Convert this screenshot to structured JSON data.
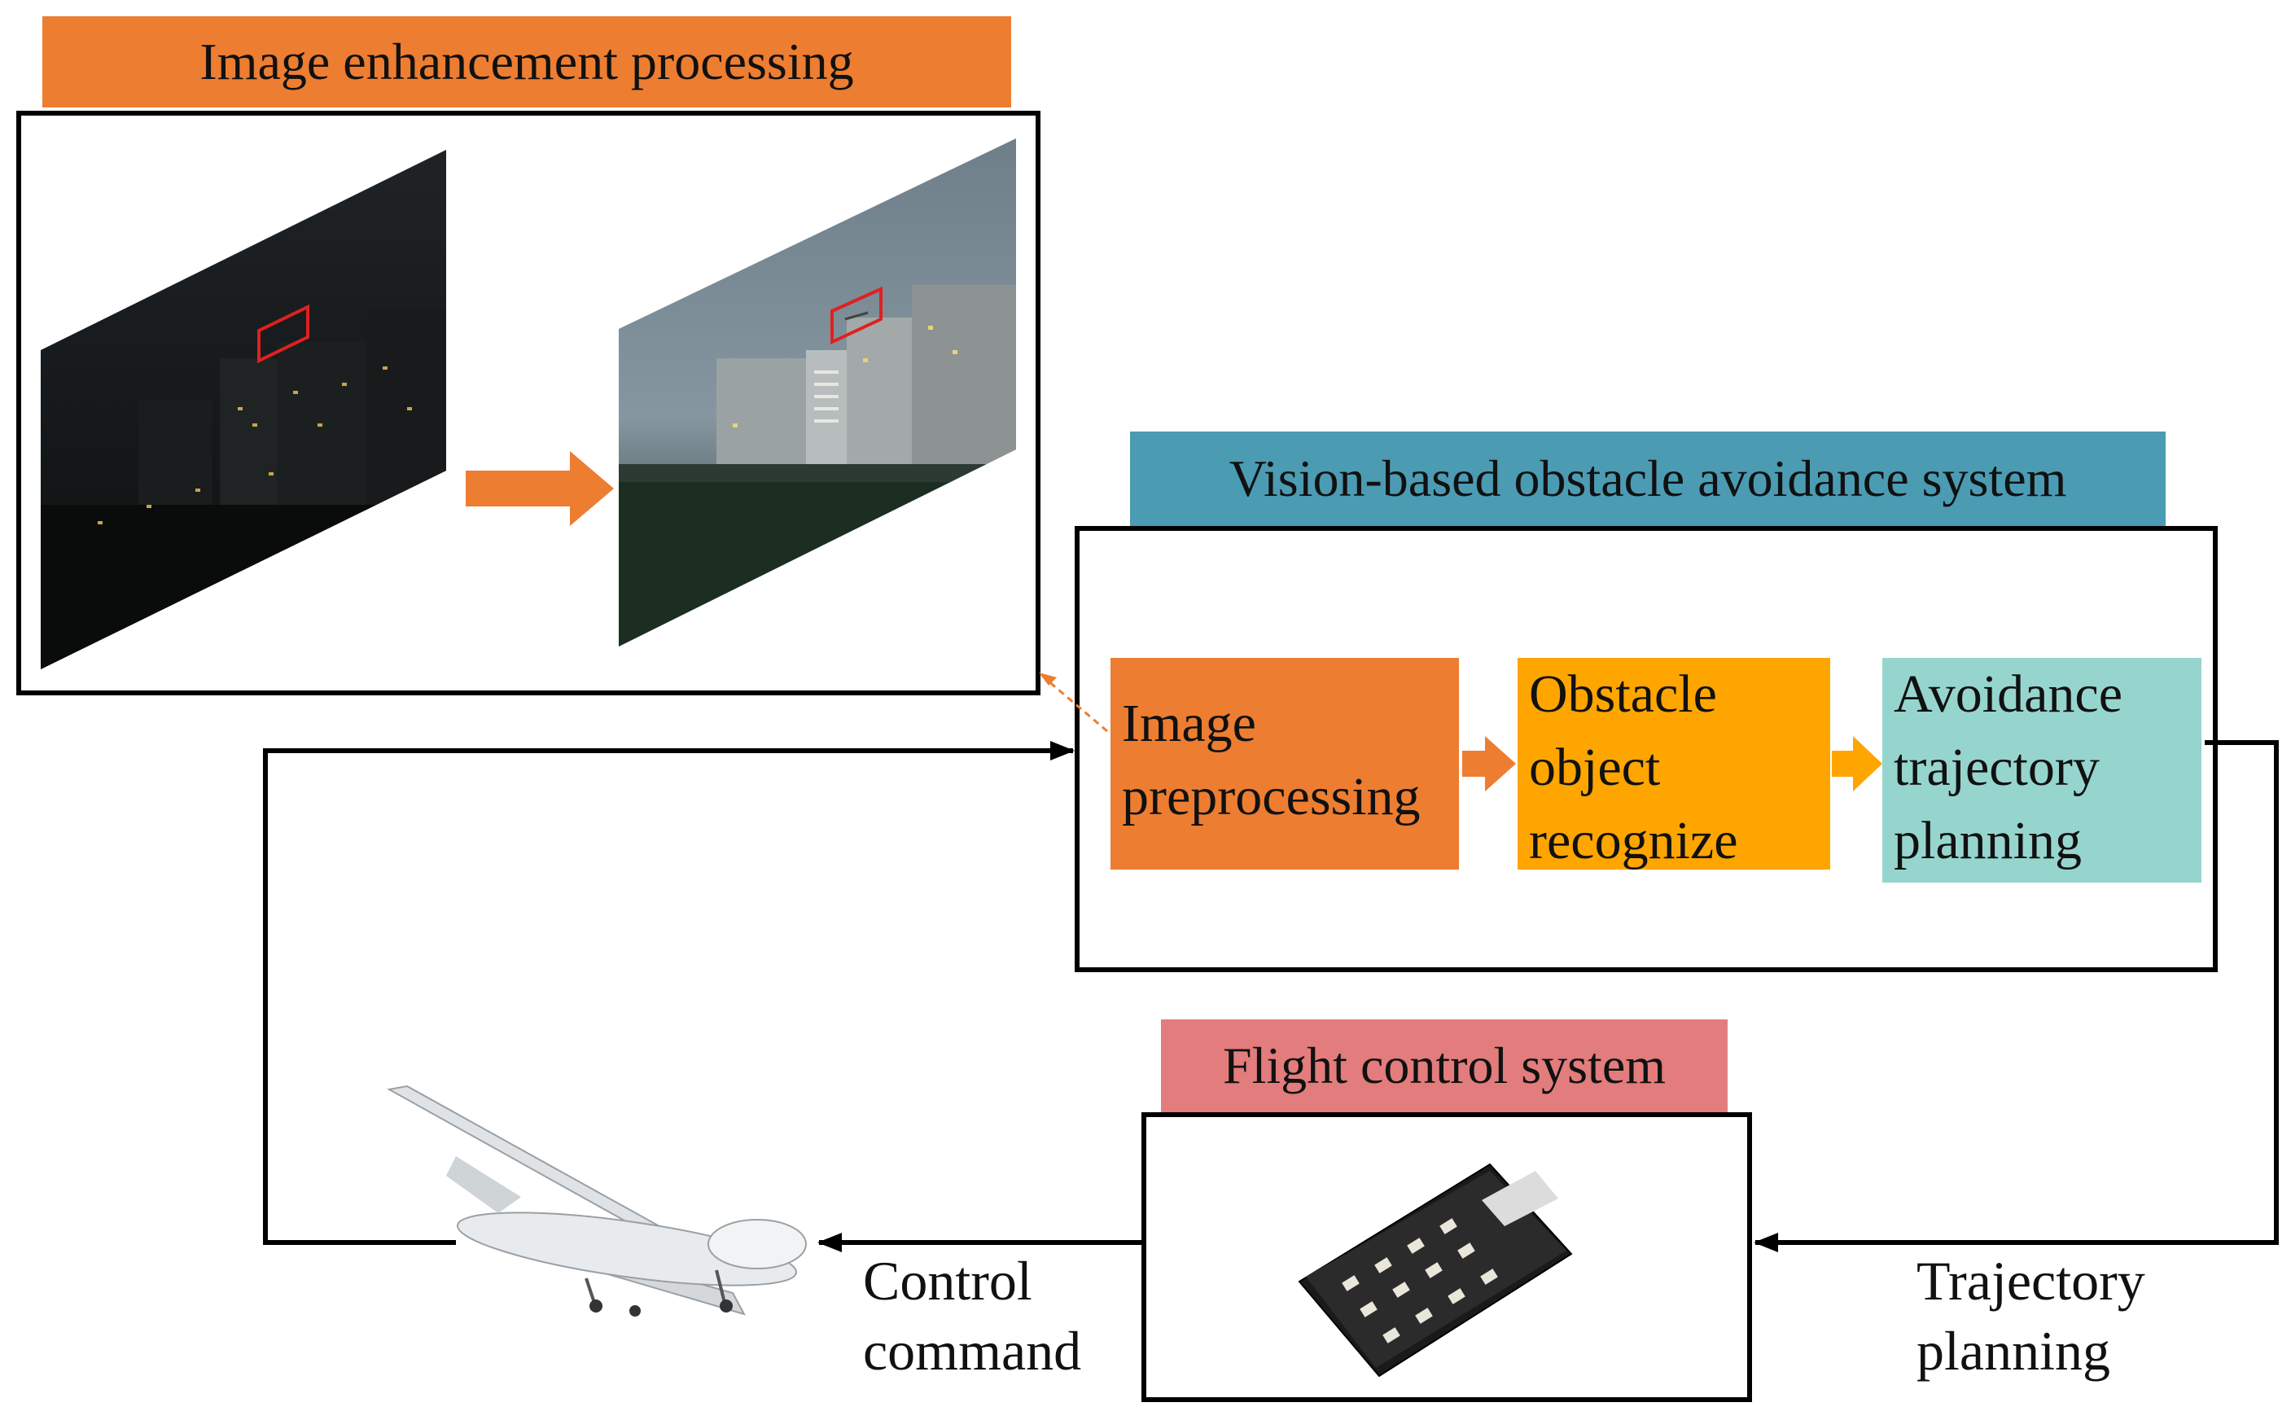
{
  "enhancement": {
    "title": "Image enhancement processing",
    "title_color": "#ED7D31"
  },
  "vision": {
    "title": "Vision-based obstacle avoidance system",
    "title_color": "#4B9BB3",
    "steps": [
      {
        "lines": [
          "Image",
          "preprocessing"
        ],
        "color": "#ED7D31"
      },
      {
        "lines": [
          "Obstacle",
          "object",
          "recognize"
        ],
        "color": "#FFA500"
      },
      {
        "lines": [
          "Avoidance",
          "trajectory",
          "planning"
        ],
        "color": "#96D5CD"
      }
    ]
  },
  "flight": {
    "title": "Flight control system",
    "title_color": "#E37C7C"
  },
  "labels": {
    "control_command": [
      "Control",
      "command"
    ],
    "trajectory_planning": [
      "Trajectory",
      "planning"
    ]
  },
  "icons": {
    "dark_image": "dark-city-photo",
    "enhanced_image": "enhanced-city-photo",
    "flight_controller": "flight-controller-board-icon",
    "uav": "uav-drone-icon"
  },
  "colors": {
    "arrow_orange": "#ED7D31",
    "arrow_amber": "#FFA500",
    "line": "#000000"
  }
}
